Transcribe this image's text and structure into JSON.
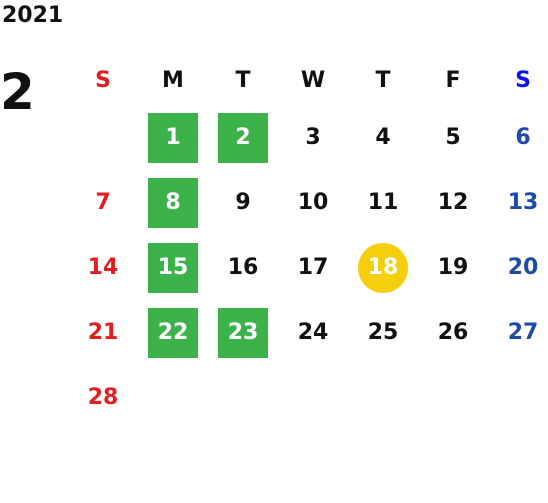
{
  "calendar": {
    "year": "2021",
    "month": "2",
    "weekdays": [
      "S",
      "M",
      "T",
      "W",
      "T",
      "F",
      "S"
    ],
    "start_offset": 1,
    "days": [
      {
        "label": "1",
        "mark": "green"
      },
      {
        "label": "2",
        "mark": "green"
      },
      {
        "label": "3",
        "mark": ""
      },
      {
        "label": "4",
        "mark": ""
      },
      {
        "label": "5",
        "mark": ""
      },
      {
        "label": "6",
        "mark": ""
      },
      {
        "label": "7",
        "mark": ""
      },
      {
        "label": "8",
        "mark": "green"
      },
      {
        "label": "9",
        "mark": ""
      },
      {
        "label": "10",
        "mark": ""
      },
      {
        "label": "11",
        "mark": ""
      },
      {
        "label": "12",
        "mark": ""
      },
      {
        "label": "13",
        "mark": ""
      },
      {
        "label": "14",
        "mark": ""
      },
      {
        "label": "15",
        "mark": "green"
      },
      {
        "label": "16",
        "mark": ""
      },
      {
        "label": "17",
        "mark": ""
      },
      {
        "label": "18",
        "mark": "today"
      },
      {
        "label": "19",
        "mark": ""
      },
      {
        "label": "20",
        "mark": ""
      },
      {
        "label": "21",
        "mark": ""
      },
      {
        "label": "22",
        "mark": "green"
      },
      {
        "label": "23",
        "mark": "green"
      },
      {
        "label": "24",
        "mark": ""
      },
      {
        "label": "25",
        "mark": ""
      },
      {
        "label": "26",
        "mark": ""
      },
      {
        "label": "27",
        "mark": ""
      },
      {
        "label": "28",
        "mark": ""
      }
    ]
  },
  "colors": {
    "sunday": "#e02020",
    "saturday": "#1e4aa8",
    "marked": "#3cb34a",
    "today": "#f5cf0b"
  }
}
